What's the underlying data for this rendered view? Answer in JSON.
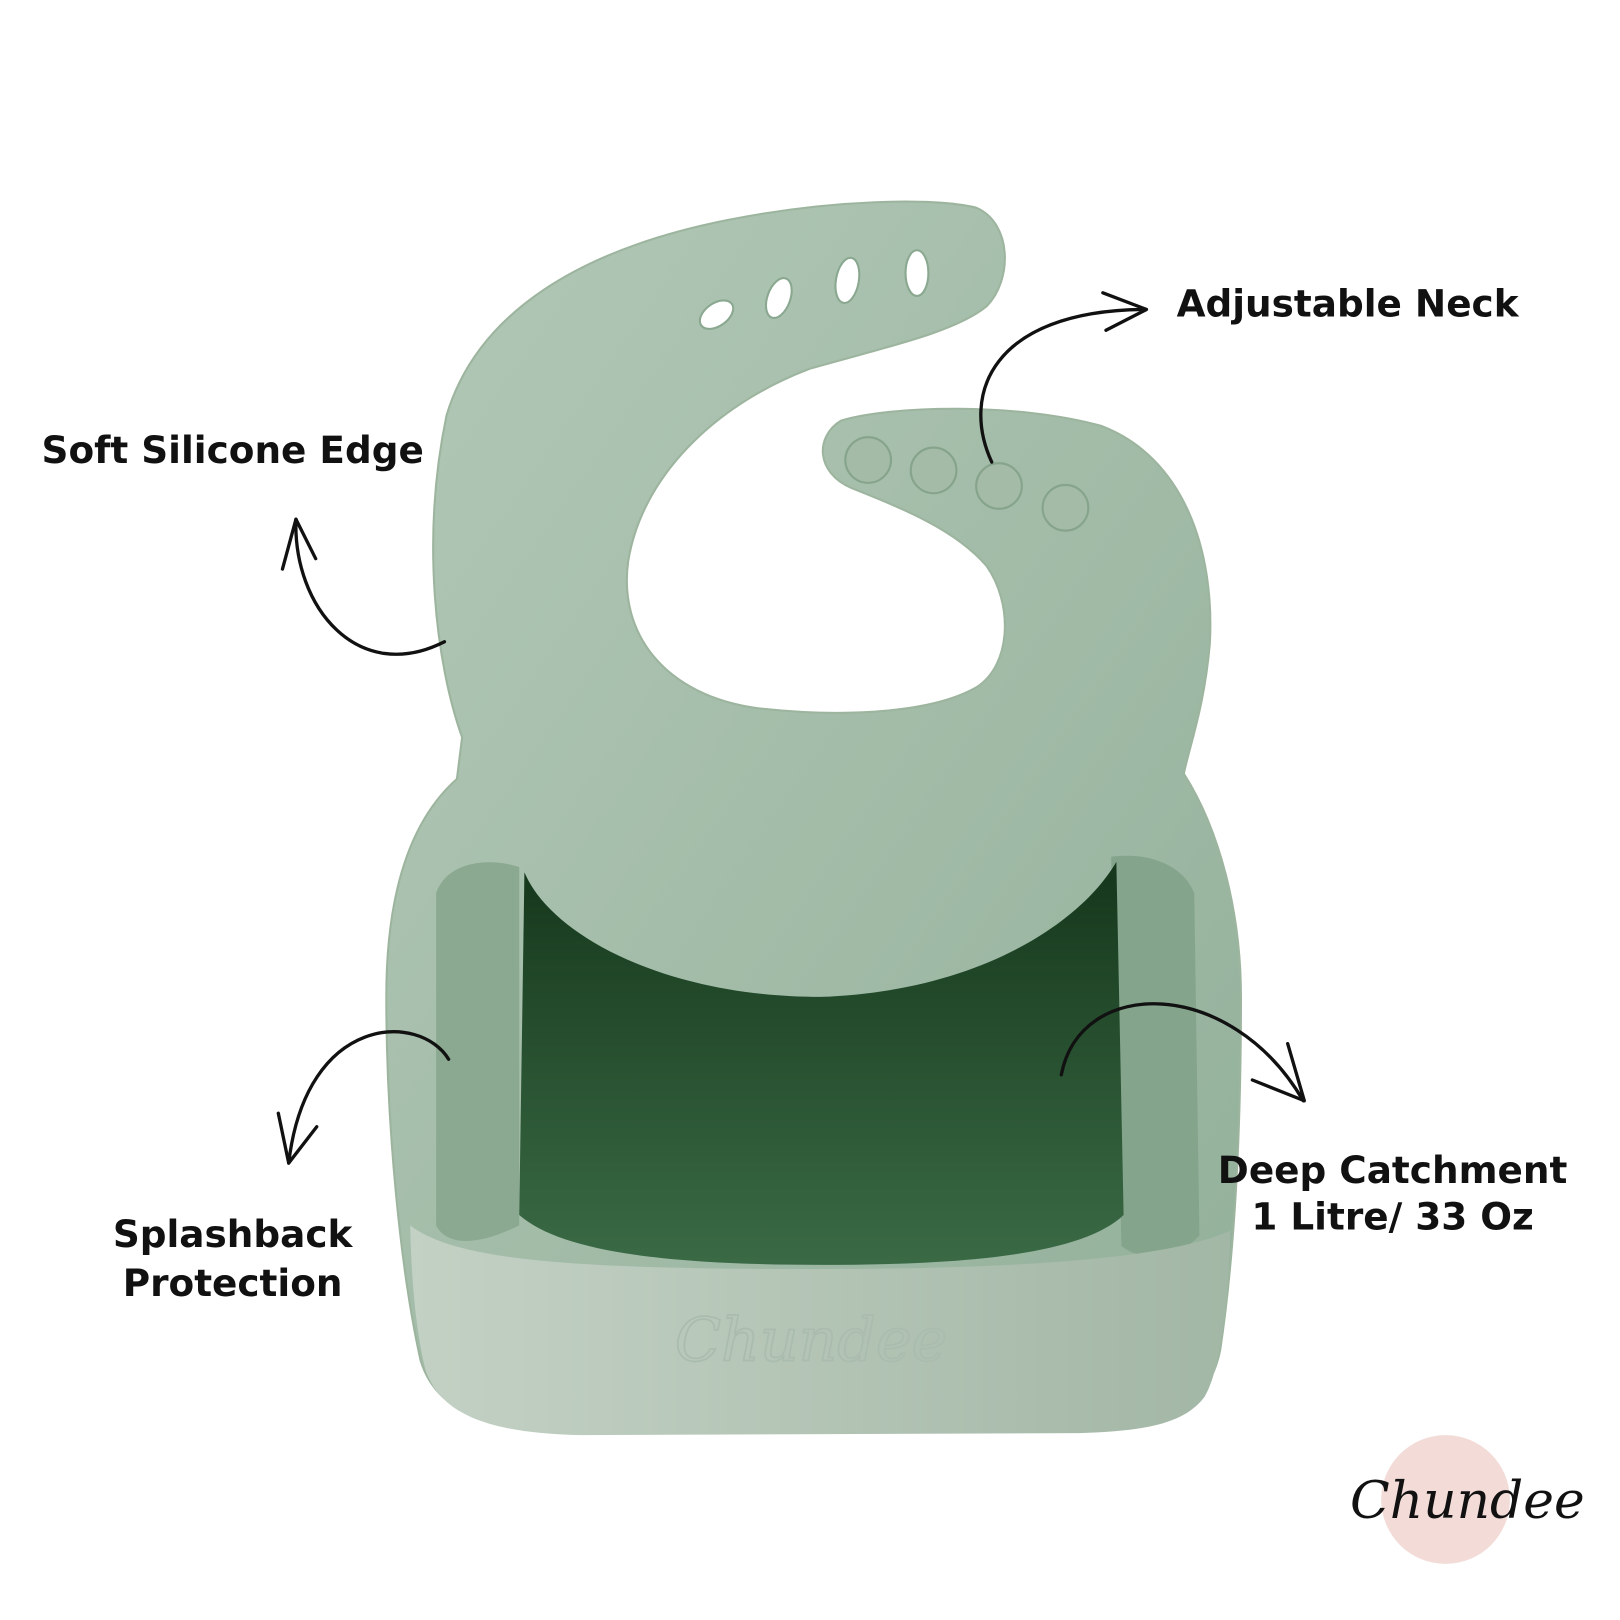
{
  "labels": {
    "adjustable_neck": "Adjustable Neck",
    "soft_edge": "Soft Silicone Edge",
    "splashback_line1": "Splashback",
    "splashback_line2": "Protection",
    "catchment_line1": "Deep Catchment",
    "catchment_line2": "1 Litre/ 33 Oz"
  },
  "brand": {
    "logo_text": "Chundee",
    "emboss_text": "Chundee",
    "logo_circle_color": "#f3dcd8"
  },
  "colors": {
    "bib_light": "#a9c0ae",
    "bib_mid": "#8fae97",
    "pocket_dark": "#2f5a38",
    "text": "#111111"
  }
}
